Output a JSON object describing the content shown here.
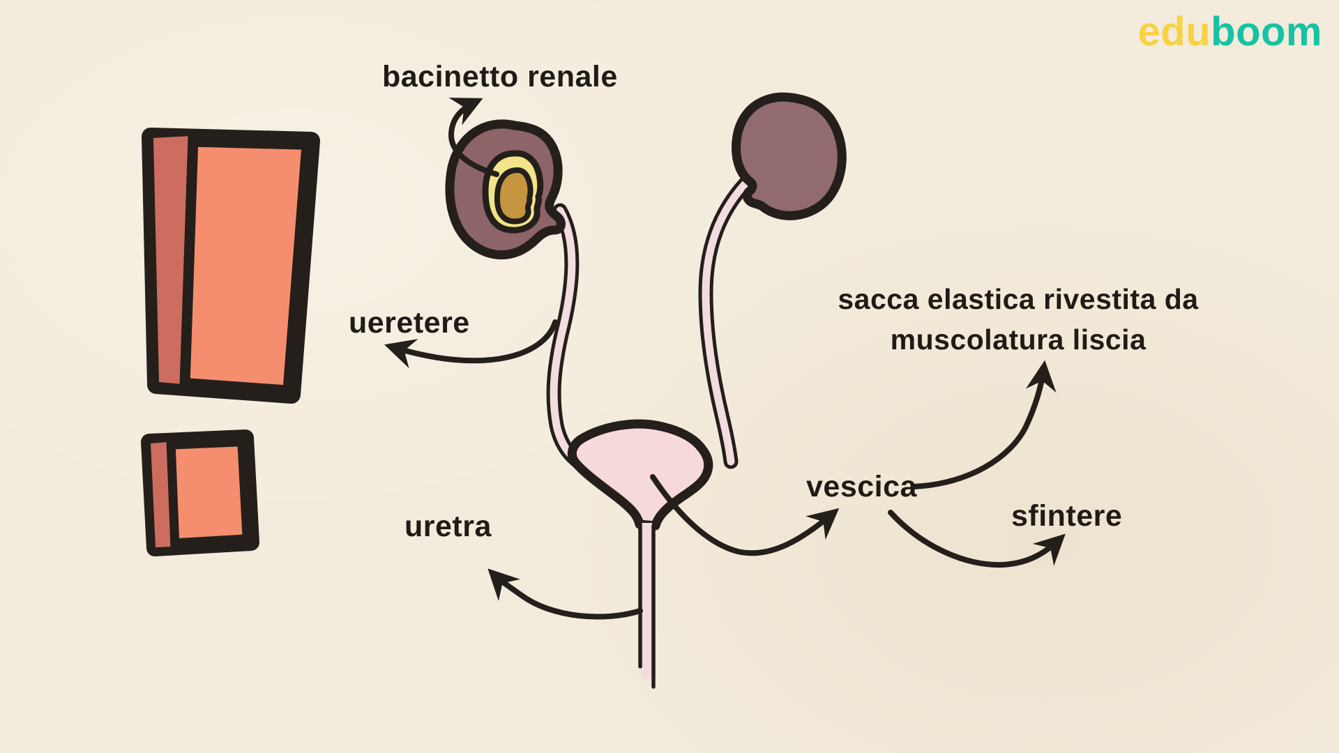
{
  "logo": {
    "edu": "edu",
    "boom": "boom"
  },
  "labels": {
    "bacinetto": "bacinetto renale",
    "ueretere": "ueretere",
    "uretra": "uretra",
    "vescica": "vescica",
    "sfintere": "sfintere",
    "sacca_line1": "sacca elastica rivestita da",
    "sacca_line2": "muscolatura liscia"
  },
  "colors": {
    "background": "#f3ebdb",
    "ink": "#241f1b",
    "text": "#201b17",
    "logo_edu": "#f8d244",
    "logo_boom": "#16c2a3",
    "kidney_left_fill": "#8d6467",
    "kidney_right_fill": "#926b6e",
    "renal_pelvis_ring": "#f2e488",
    "renal_pelvis_center": "#c5953f",
    "ureter_fill": "#f3dce0",
    "bladder_fill": "#f6d9da",
    "urethra_fill": "#f3dce0",
    "exclamation_fill": "#f58e6e",
    "exclamation_shade": "#cd6d5f"
  },
  "illustration": {
    "parts": [
      "exclamation-mark",
      "left-kidney-with-renal-pelvis",
      "right-kidney",
      "ureters",
      "bladder",
      "urethra",
      "annotation-arrows"
    ]
  }
}
